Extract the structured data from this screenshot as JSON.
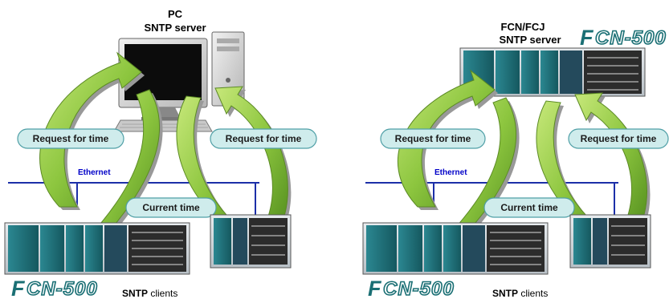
{
  "left_panel": {
    "server_title_line1": "PC",
    "server_title_line2": "SNTP server",
    "request_left": "Request for time",
    "request_right": "Request for time",
    "network_label": "Ethernet",
    "response": "Current time",
    "logo_first": "F",
    "logo_rest": "CN-500",
    "clients_bold": "SNTP",
    "clients_rest": " clients"
  },
  "right_panel": {
    "server_title_line1": "FCN/FCJ",
    "server_title_line2": "SNTP server",
    "server_logo_first": "F",
    "server_logo_rest": "CN-500",
    "request_left": "Request for time",
    "request_right": "Request for time",
    "network_label": "Ethernet",
    "response": "Current time",
    "logo_first": "F",
    "logo_rest": "CN-500",
    "clients_bold": "SNTP",
    "clients_rest": " clients"
  },
  "colors": {
    "arrow_fill": "#8dc63f",
    "arrow_shadow": "#9a9a9a",
    "bubble_fill": "#cfecec",
    "bubble_stroke": "#4f9fa6",
    "network_line": "#1c2fa8",
    "device_teal": "#1f6f78",
    "logo_teal": "#1a6f74"
  }
}
